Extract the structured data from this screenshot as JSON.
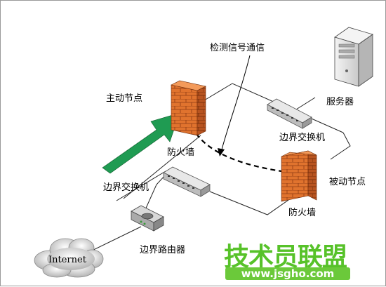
{
  "labels": {
    "detection_signal": "检测信号通信",
    "server": "服务器",
    "active_node": "主动节点",
    "firewall_top": "防火墙",
    "border_switch_right": "边界交换机",
    "passive_node": "被动节点",
    "border_switch_left": "边界交换机",
    "firewall_bottom": "防火墙",
    "border_router": "边界路由器",
    "internet": "Internet"
  },
  "watermark": {
    "text": "技术员联盟",
    "url": "www.jsgho.com"
  },
  "colors": {
    "firewall_brick": "#e0732e",
    "arrow_green": "#1f9b52",
    "watermark_green": "#57c229"
  }
}
